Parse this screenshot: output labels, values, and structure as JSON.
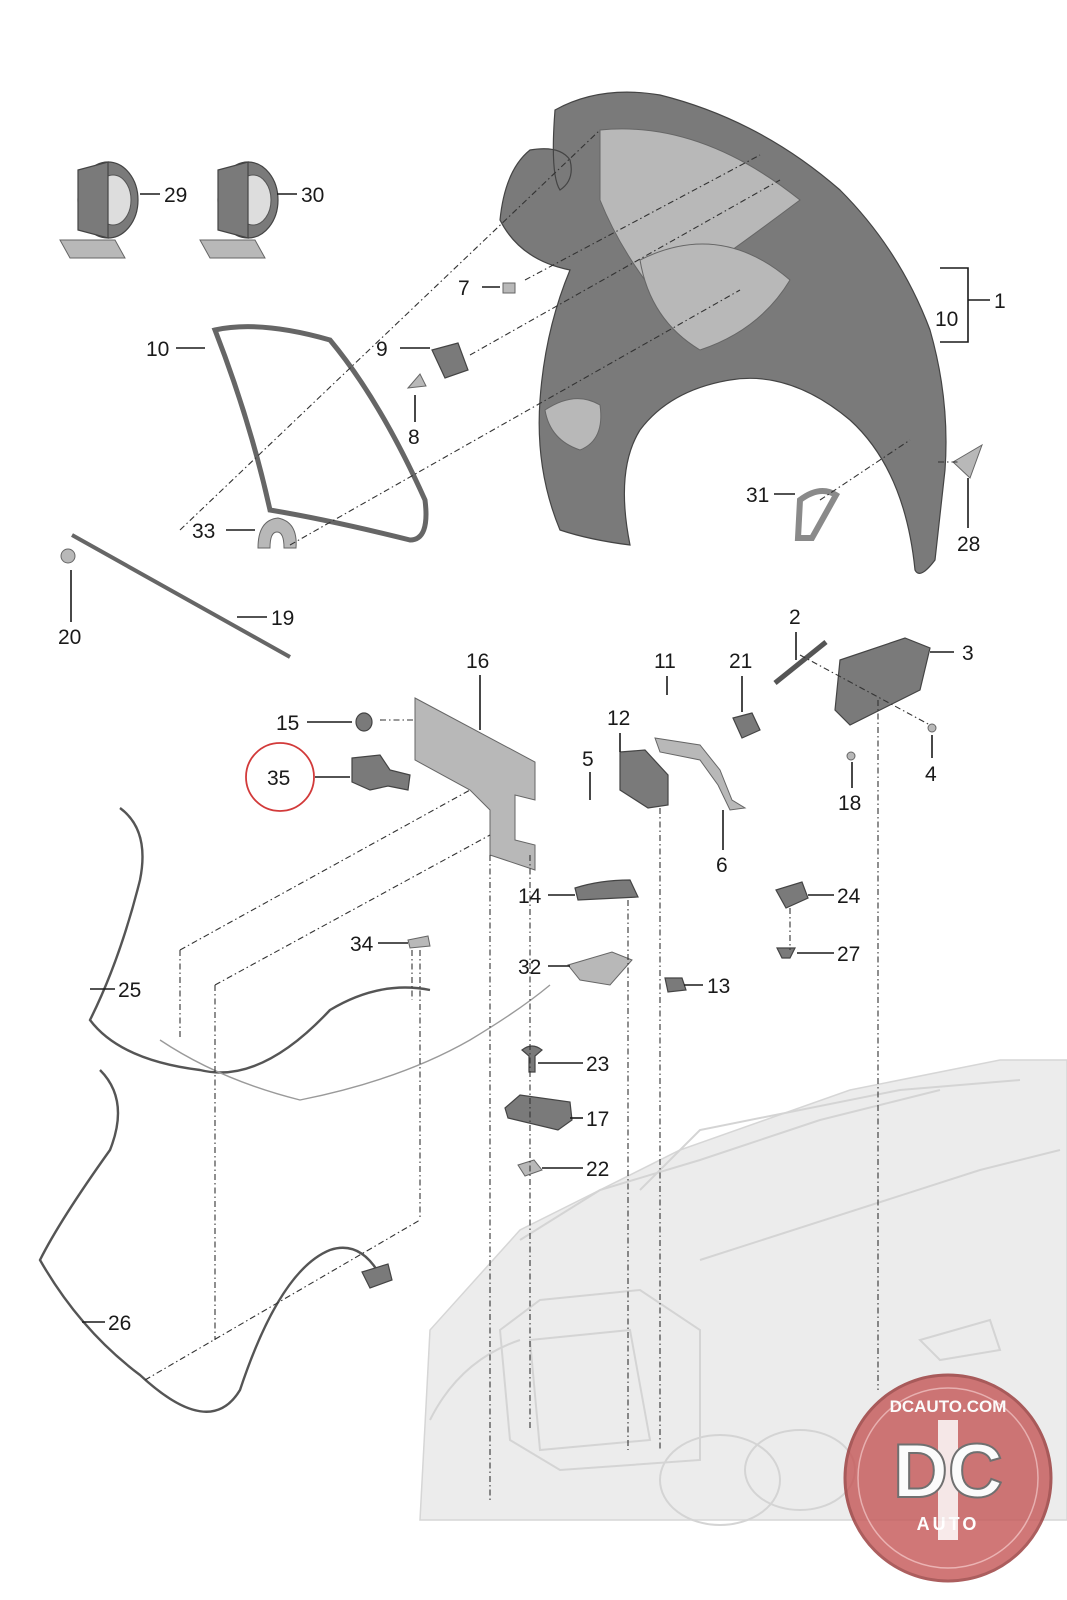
{
  "diagram": {
    "callouts": {
      "c1": "1",
      "c2": "2",
      "c3": "3",
      "c4": "4",
      "c5": "5",
      "c6": "6",
      "c7": "7",
      "c8": "8",
      "c9": "9",
      "c10a": "10",
      "c10b": "10",
      "c11": "11",
      "c12": "12",
      "c13": "13",
      "c14": "14",
      "c15": "15",
      "c16": "16",
      "c17": "17",
      "c18": "18",
      "c19": "19",
      "c20": "20",
      "c21": "21",
      "c22": "22",
      "c23": "23",
      "c24": "24",
      "c25": "25",
      "c26": "26",
      "c27": "27",
      "c28": "28",
      "c29": "29",
      "c30": "30",
      "c31": "31",
      "c32": "32",
      "c33": "33",
      "c34": "34",
      "c35": "35"
    },
    "highlighted_part": "35",
    "highlight_color": "#d23a3a"
  },
  "watermark": {
    "site": "DCAUTO.COM",
    "monogram": "DC",
    "word": "AUTO",
    "colors": {
      "badge": "#c65a5a",
      "text": "#ffffff"
    }
  }
}
